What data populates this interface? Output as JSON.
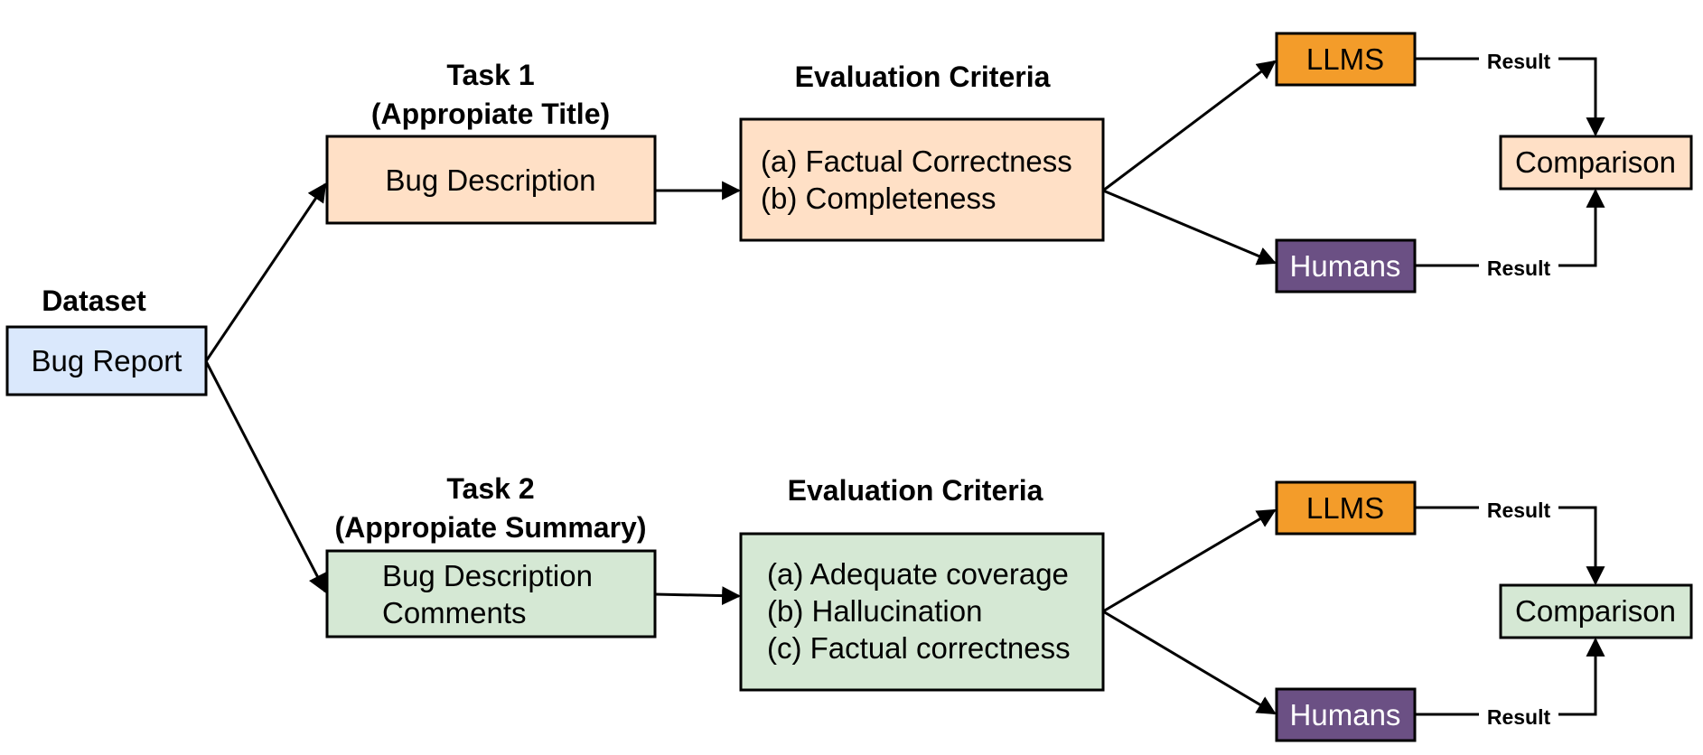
{
  "colors": {
    "dataset_fill": "#dae8fc",
    "task1_fill": "#ffe0c6",
    "task2_fill": "#d5e8d4",
    "llm_fill": "#f39c2a",
    "human_fill": "#6b5084",
    "stroke": "#000000"
  },
  "dataset": {
    "heading": "Dataset",
    "box_label": "Bug Report"
  },
  "task1": {
    "heading_line1": "Task 1",
    "heading_line2": "(Appropiate Title)",
    "input_label": "Bug Description",
    "criteria_heading": "Evaluation Criteria",
    "criteria": [
      "(a) Factual Correctness",
      "(b) Completeness"
    ],
    "llm_label": "LLMS",
    "human_label": "Humans",
    "result_label": "Result",
    "comparison_label": "Comparison"
  },
  "task2": {
    "heading_line1": "Task 2",
    "heading_line2": "(Appropiate Summary)",
    "input_lines": [
      "Bug Description",
      "Comments"
    ],
    "criteria_heading": "Evaluation Criteria",
    "criteria": [
      "(a) Adequate coverage",
      "(b) Hallucination",
      "(c) Factual correctness"
    ],
    "llm_label": "LLMS",
    "human_label": "Humans",
    "result_label": "Result",
    "comparison_label": "Comparison"
  }
}
